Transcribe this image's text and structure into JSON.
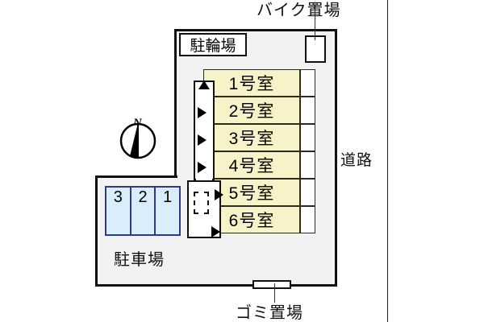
{
  "diagram": {
    "type": "property-site-plan",
    "colors": {
      "lot_fill": "#f2f2f2",
      "unit_fill": "#f7f2c8",
      "parking_fill": "#d9edfb",
      "parking_border": "#2f3a86",
      "outline": "#111111"
    }
  },
  "labels": {
    "bicycle_parking": "駐輪場",
    "motorcycle_parking": "バイク置場",
    "garbage_area": "ゴミ置場",
    "road": "道路",
    "parking_lot": "駐車場",
    "compass_north": "N"
  },
  "units": [
    {
      "label": "1号室",
      "entry_marker": "arrow-up"
    },
    {
      "label": "2号室",
      "entry_marker": "arrow-right"
    },
    {
      "label": "3号室",
      "entry_marker": "arrow-right"
    },
    {
      "label": "4号室",
      "entry_marker": "arrow-right"
    },
    {
      "label": "5号室",
      "entry_marker": "arrow-right"
    },
    {
      "label": "6号室",
      "entry_marker": "arrow-right"
    }
  ],
  "parking_spaces": [
    {
      "number": "3"
    },
    {
      "number": "2"
    },
    {
      "number": "1"
    }
  ]
}
